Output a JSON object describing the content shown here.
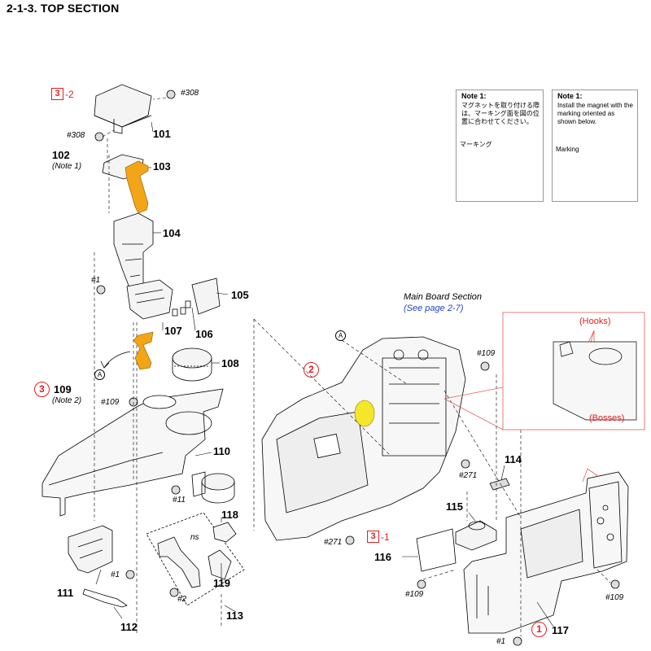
{
  "page": {
    "title": "2-1-3. TOP SECTION"
  },
  "notes": {
    "jp": {
      "title": "Note 1:",
      "text": "マグネットを取り付ける際は、マーキング面を図の位置に合わせてください。",
      "marking_label": "マーキング"
    },
    "en": {
      "title": "Note 1:",
      "text": "Install the magnet with the marking oriented as shown below.",
      "marking_label": "Marking"
    }
  },
  "main_board": {
    "label": "Main Board Section",
    "link": "(See page 2-7)"
  },
  "callouts": {
    "hooks": "(Hooks)",
    "bosses": "(Bosses)"
  },
  "refs": {
    "ref_3_2_box": "3",
    "ref_3_2_suffix": "-2",
    "ref_3_1_box": "3",
    "ref_3_1_suffix": "-1",
    "circle_1": "1",
    "circle_2": "2",
    "circle_3": "3",
    "marker_a": "A"
  },
  "parts": {
    "p101": "101",
    "p102": "102",
    "p102_note": "(Note 1)",
    "p103": "103",
    "p104": "104",
    "p105": "105",
    "p106": "106",
    "p107": "107",
    "p108": "108",
    "p109": "109",
    "p109_note": "(Note 2)",
    "p110": "110",
    "p111": "111",
    "p112": "112",
    "p113": "113",
    "p114": "114",
    "p115": "115",
    "p116": "116",
    "p117": "117",
    "p118": "118",
    "p119": "119"
  },
  "screws": {
    "s308a": "#308",
    "s308b": "#308",
    "s1a": "#1",
    "s1b": "#1",
    "s1c": "#1",
    "s109a": "#109",
    "s109b": "#109",
    "s109c": "#109",
    "s109d": "#109",
    "s11": "#11",
    "s2": "#2",
    "s271a": "#271",
    "s271b": "#271",
    "ns": "ns"
  },
  "colors": {
    "flex_cable": "#f2a516",
    "highlight": "#f6e62a",
    "ref_red": "#e02020",
    "link_blue": "#2040d0"
  }
}
